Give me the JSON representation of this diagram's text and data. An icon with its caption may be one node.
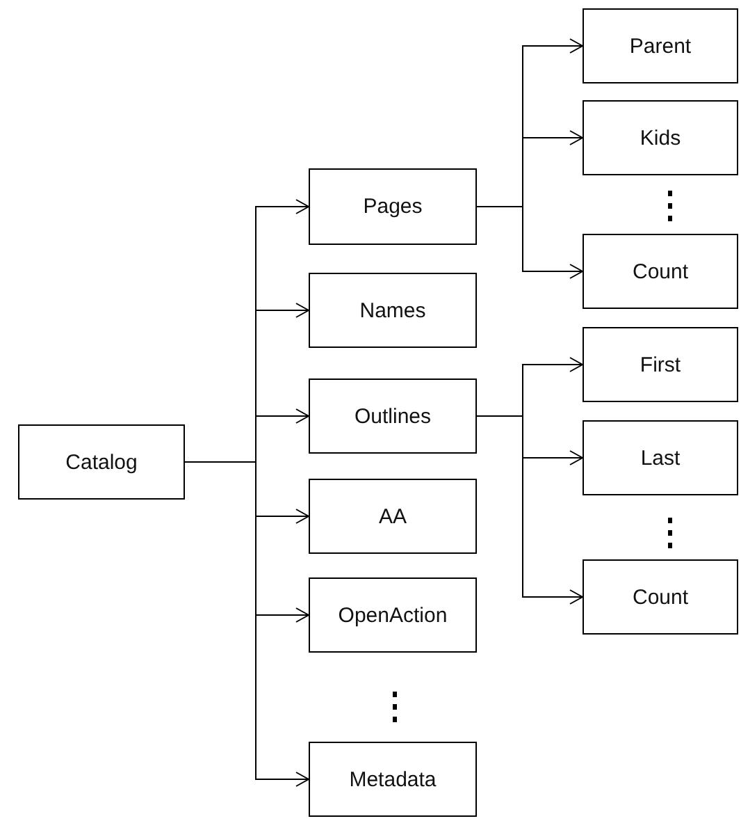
{
  "diagram": {
    "nodes": [
      {
        "text": [
          "Catalog"
        ]
      },
      {
        "text": [
          "Pages"
        ]
      },
      {
        "text": [
          "Names"
        ]
      },
      {
        "text": [
          "Outlines"
        ]
      },
      {
        "text": [
          "AA"
        ]
      },
      {
        "text": [
          "OpenAction"
        ]
      },
      {
        "text": [
          "Metadata"
        ]
      },
      {
        "text": [
          "Parent"
        ]
      },
      {
        "text": [
          "Kids"
        ]
      },
      {
        "text": [
          "Count"
        ]
      },
      {
        "text": [
          "First"
        ]
      },
      {
        "text": [
          "Last"
        ]
      },
      {
        "text": [
          "Count"
        ]
      }
    ],
    "edges": [
      {
        "from": 0,
        "to": 1,
        "arrow": "to"
      },
      {
        "from": 0,
        "to": 2,
        "arrow": "to"
      },
      {
        "from": 0,
        "to": 3,
        "arrow": "to"
      },
      {
        "from": 0,
        "to": 4,
        "arrow": "to"
      },
      {
        "from": 0,
        "to": 5,
        "arrow": "to"
      },
      {
        "from": 0,
        "to": 6,
        "arrow": "to"
      },
      {
        "from": 1,
        "to": 7,
        "arrow": "to"
      },
      {
        "from": 1,
        "to": 8,
        "arrow": "to"
      },
      {
        "from": 1,
        "to": 9,
        "arrow": "to"
      },
      {
        "from": 3,
        "to": 10,
        "arrow": "to"
      },
      {
        "from": 3,
        "to": 11,
        "arrow": "to"
      },
      {
        "from": 3,
        "to": 12,
        "arrow": "to"
      }
    ]
  }
}
